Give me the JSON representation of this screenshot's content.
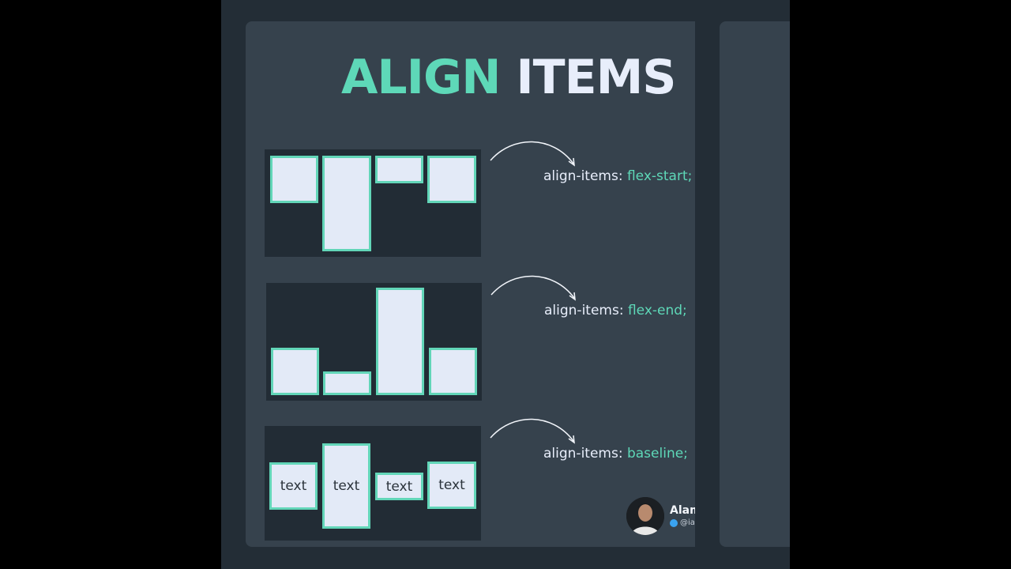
{
  "title": {
    "part1": "ALIGN",
    "part2": "ITEMS"
  },
  "examples": [
    {
      "property": "align-items:",
      "value": "flex-start;",
      "trailing": "("
    },
    {
      "property": "align-items:",
      "value": "flex-end;"
    },
    {
      "property": "align-items:",
      "value": "baseline;"
    }
  ],
  "baseline_box_label": "text",
  "author": {
    "name": "Alam",
    "handle": "@iar"
  },
  "colors": {
    "accent": "#5ed8b8",
    "background": "#36424d",
    "demo_bg": "#222c35",
    "box_fill": "#e3eaf7"
  }
}
